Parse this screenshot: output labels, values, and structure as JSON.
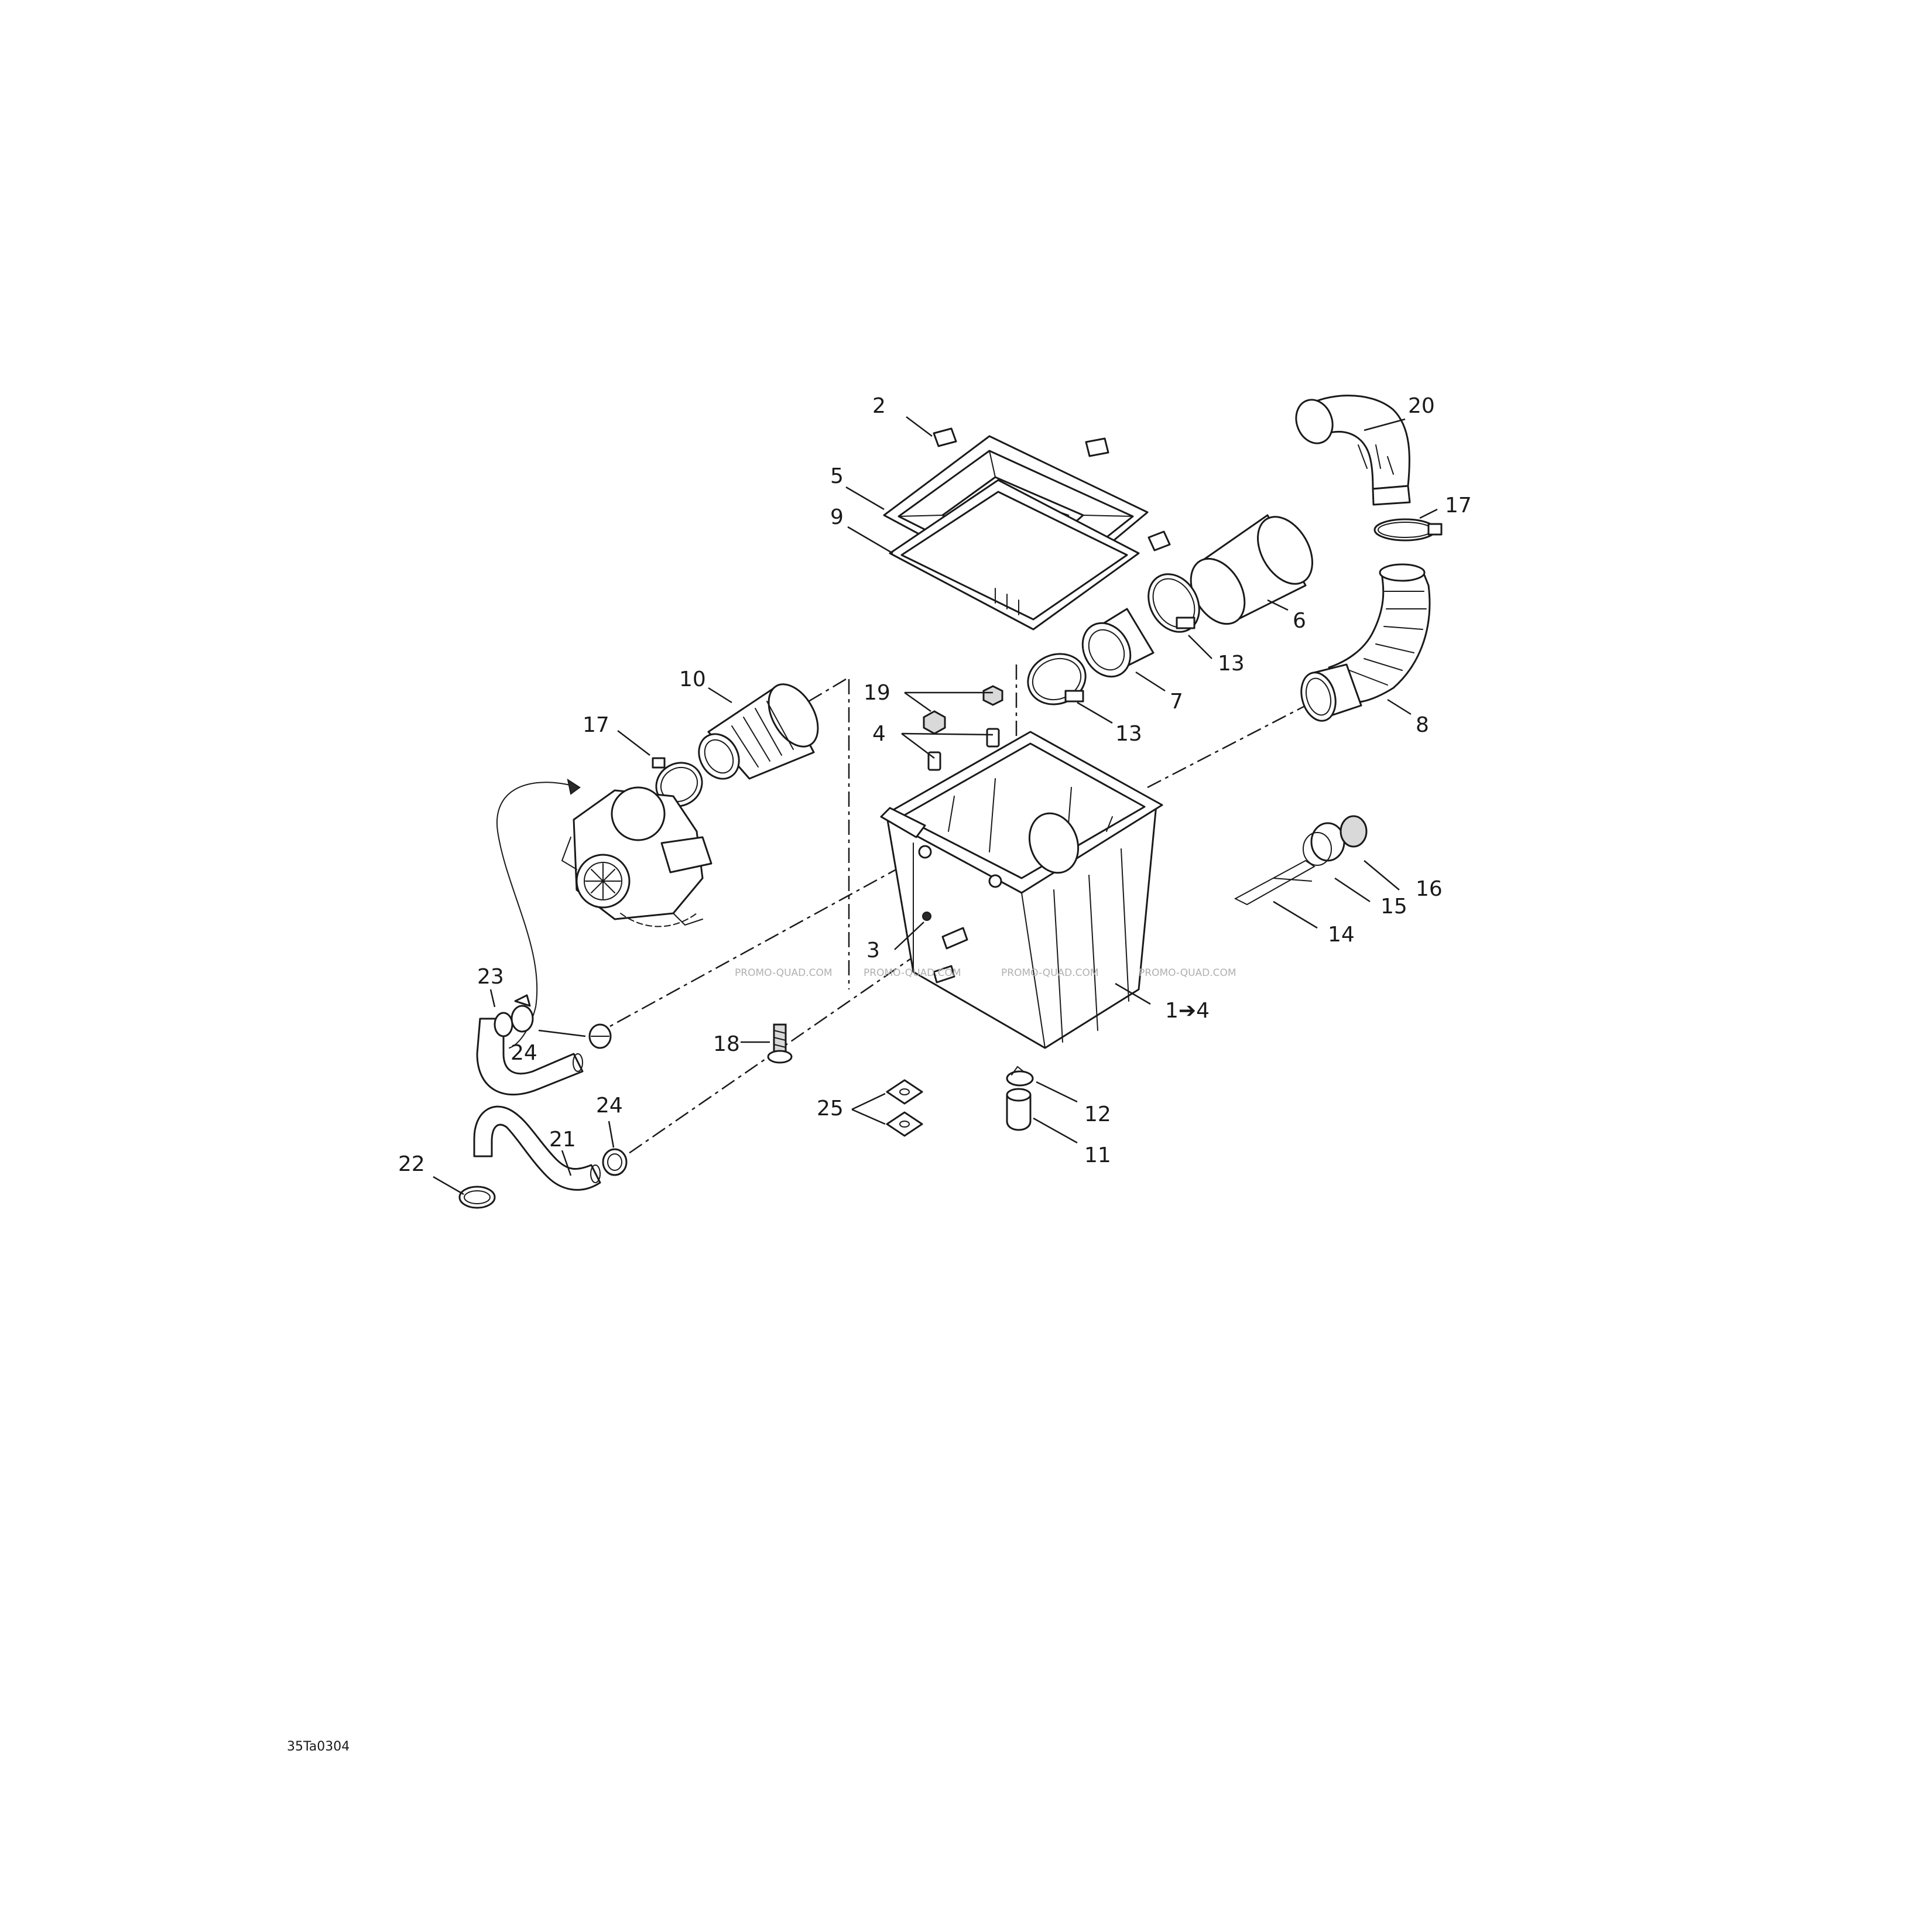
{
  "callouts": {
    "c1": "2",
    "c2": "5",
    "c3": "9",
    "c4": "20",
    "c5": "17",
    "c6": "6",
    "c7": "13",
    "c8": "7",
    "c9": "13",
    "c10": "8",
    "c11": "10",
    "c12": "19",
    "c13": "4",
    "c14": "17",
    "c15": "3",
    "c16": "1➔4",
    "c17": "16",
    "c18": "15",
    "c19": "14",
    "c20": "23",
    "c21": "24",
    "c22": "18",
    "c23": "12",
    "c24": "25",
    "c25": "11",
    "c26": "24",
    "c27": "21",
    "c28": "22"
  },
  "watermark": "PROMO-QUAD.COM",
  "diagram_code": "35Ta0304"
}
